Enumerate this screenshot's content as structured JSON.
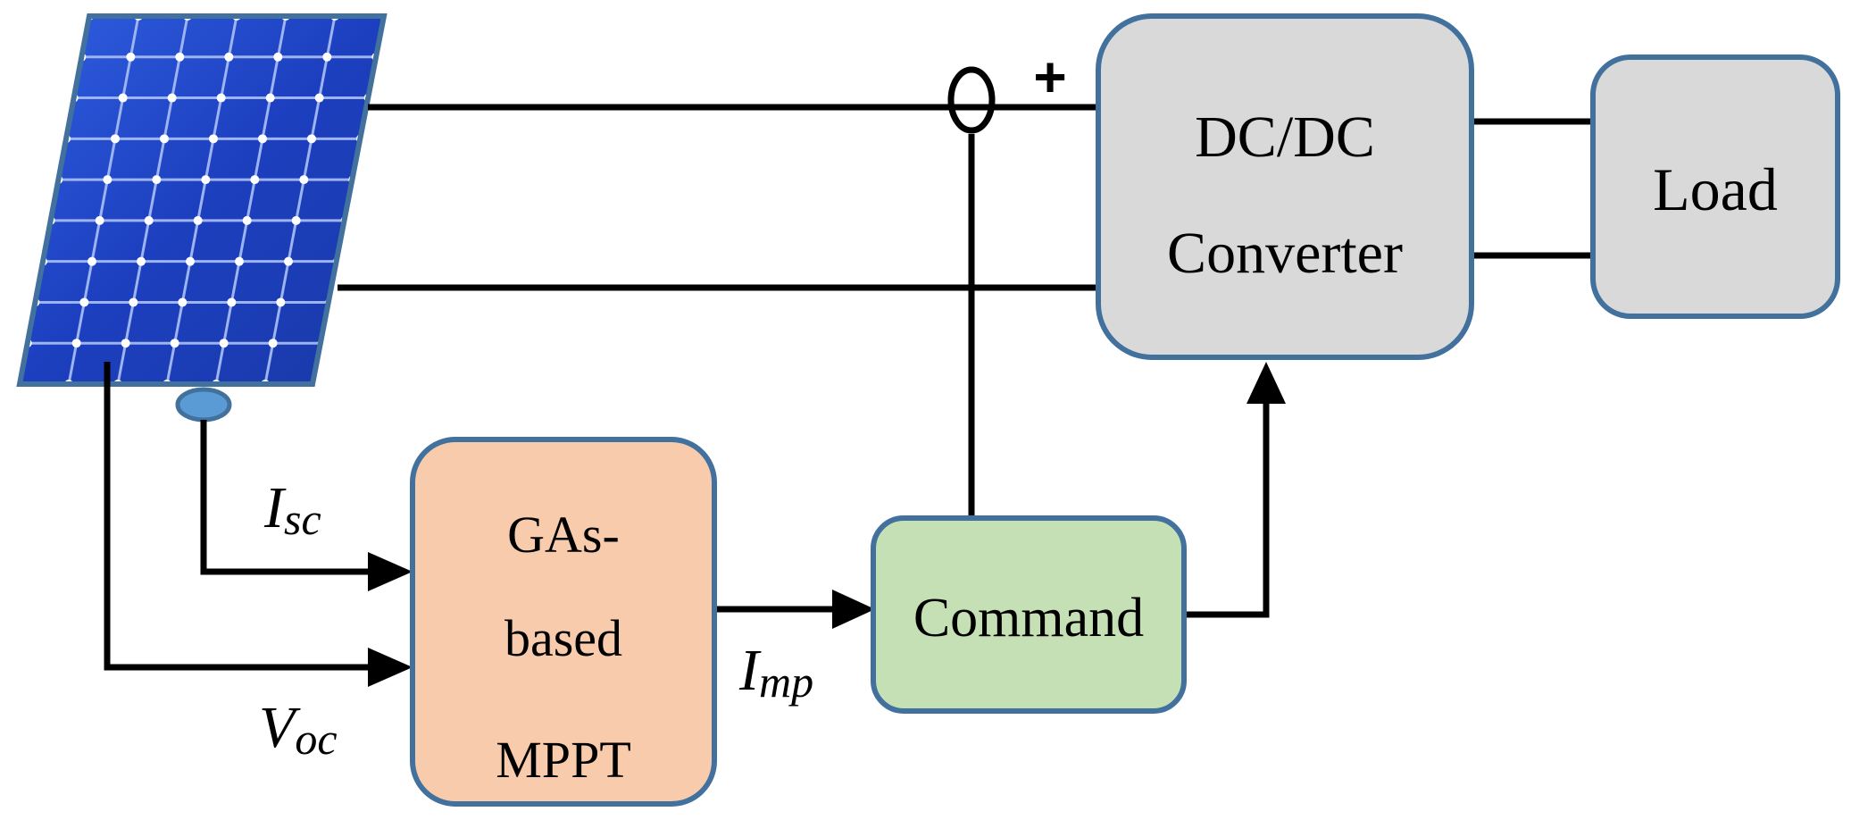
{
  "blocks": {
    "converter": {
      "line1": "DC/DC",
      "line2": "Converter",
      "fill": "#d9d9d9",
      "border": "#41719c"
    },
    "load": {
      "label": "Load",
      "fill": "#d9d9d9",
      "border": "#41719c"
    },
    "mppt": {
      "line1": "GAs-",
      "line2": "based",
      "line3": "MPPT",
      "fill": "#f8cbad",
      "border": "#41719c"
    },
    "command": {
      "label": "Command",
      "fill": "#c5e0b4",
      "border": "#41719c"
    }
  },
  "signals": {
    "isc": {
      "main": "I",
      "sub": "sc"
    },
    "voc": {
      "main": "V",
      "sub": "oc"
    },
    "imp": {
      "main": "I",
      "sub": "mp"
    }
  },
  "polarity": {
    "plus": "+"
  },
  "panel": {
    "cell_color": "#1f49c9",
    "frame_color": "#41719c"
  }
}
